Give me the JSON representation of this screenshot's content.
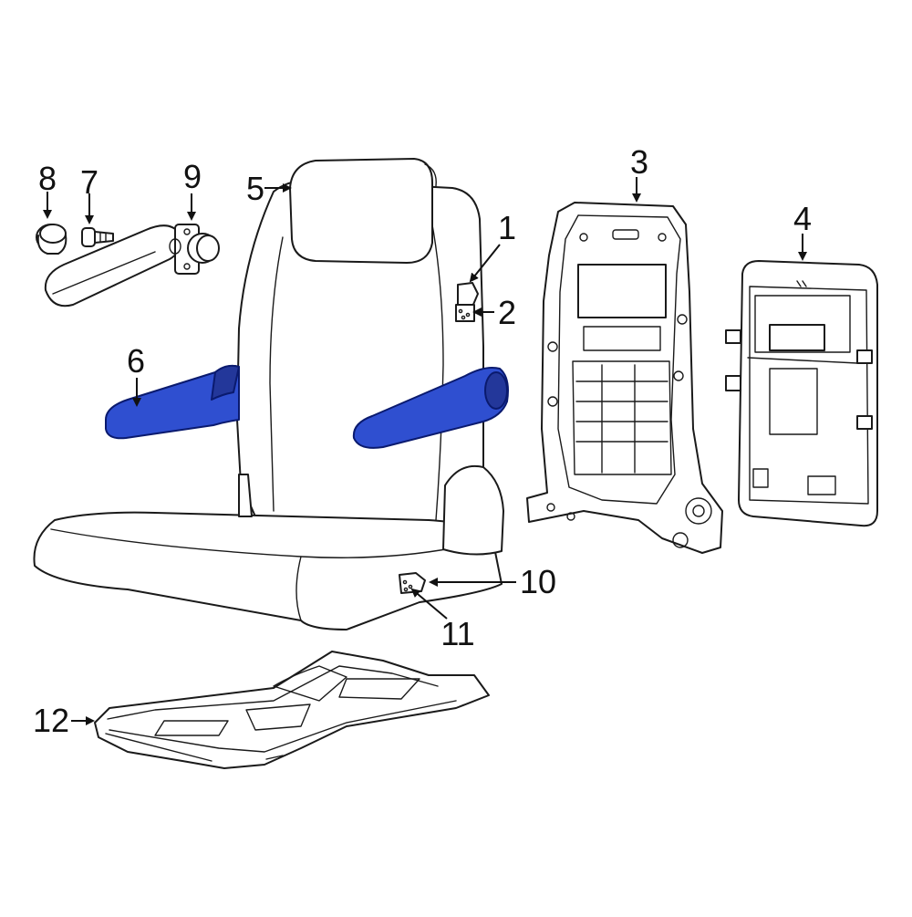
{
  "diagram": {
    "highlight_color": "#2f4fd0",
    "highlight_dark": "#23379a",
    "callouts": [
      {
        "id": "c1",
        "label": "1"
      },
      {
        "id": "c2",
        "label": "2"
      },
      {
        "id": "c3",
        "label": "3"
      },
      {
        "id": "c4",
        "label": "4"
      },
      {
        "id": "c5",
        "label": "5"
      },
      {
        "id": "c6",
        "label": "6"
      },
      {
        "id": "c7",
        "label": "7"
      },
      {
        "id": "c8",
        "label": "8"
      },
      {
        "id": "c9",
        "label": "9"
      },
      {
        "id": "c10",
        "label": "10"
      },
      {
        "id": "c11",
        "label": "11"
      },
      {
        "id": "c12",
        "label": "12"
      }
    ],
    "highlighted_part": "6"
  }
}
